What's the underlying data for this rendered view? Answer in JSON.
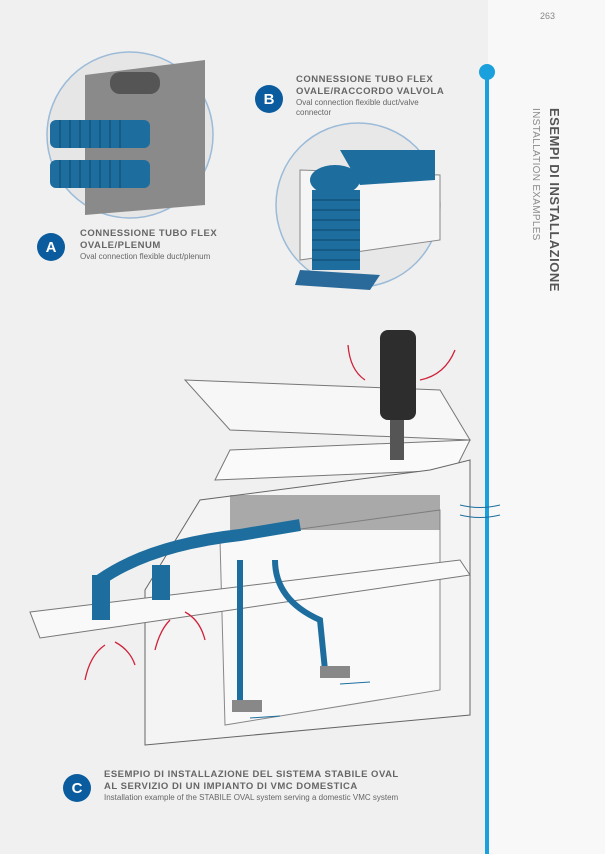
{
  "page_number": "263",
  "section": {
    "title": "ESEMPI DI INSTALLAZIONE",
    "subtitle": "INSTALLATION EXAMPLES"
  },
  "accent_color": "#1aa0dc",
  "badge_color": "#0b5c9e",
  "captions": [
    {
      "badge": "A",
      "title_line1": "CONNESSIONE TUBO FLEX",
      "title_line2": "OVALE/PLENUM",
      "subtitle": "Oval connection flexible duct/plenum"
    },
    {
      "badge": "B",
      "title_line1": "CONNESSIONE TUBO FLEX",
      "title_line2": "OVALE/RACCORDO VALVOLA",
      "subtitle_line1": "Oval connection flexible duct/valve",
      "subtitle_line2": "connector"
    },
    {
      "badge": "C",
      "title_line1": "ESEMPIO DI INSTALLAZIONE DEL SISTEMA STABILE OVAL",
      "title_line2": "AL SERVIZIO DI UN IMPIANTO DI VMC DOMESTICA",
      "subtitle": "Installation example of the STABILE OVAL system serving a domestic VMC system"
    }
  ]
}
